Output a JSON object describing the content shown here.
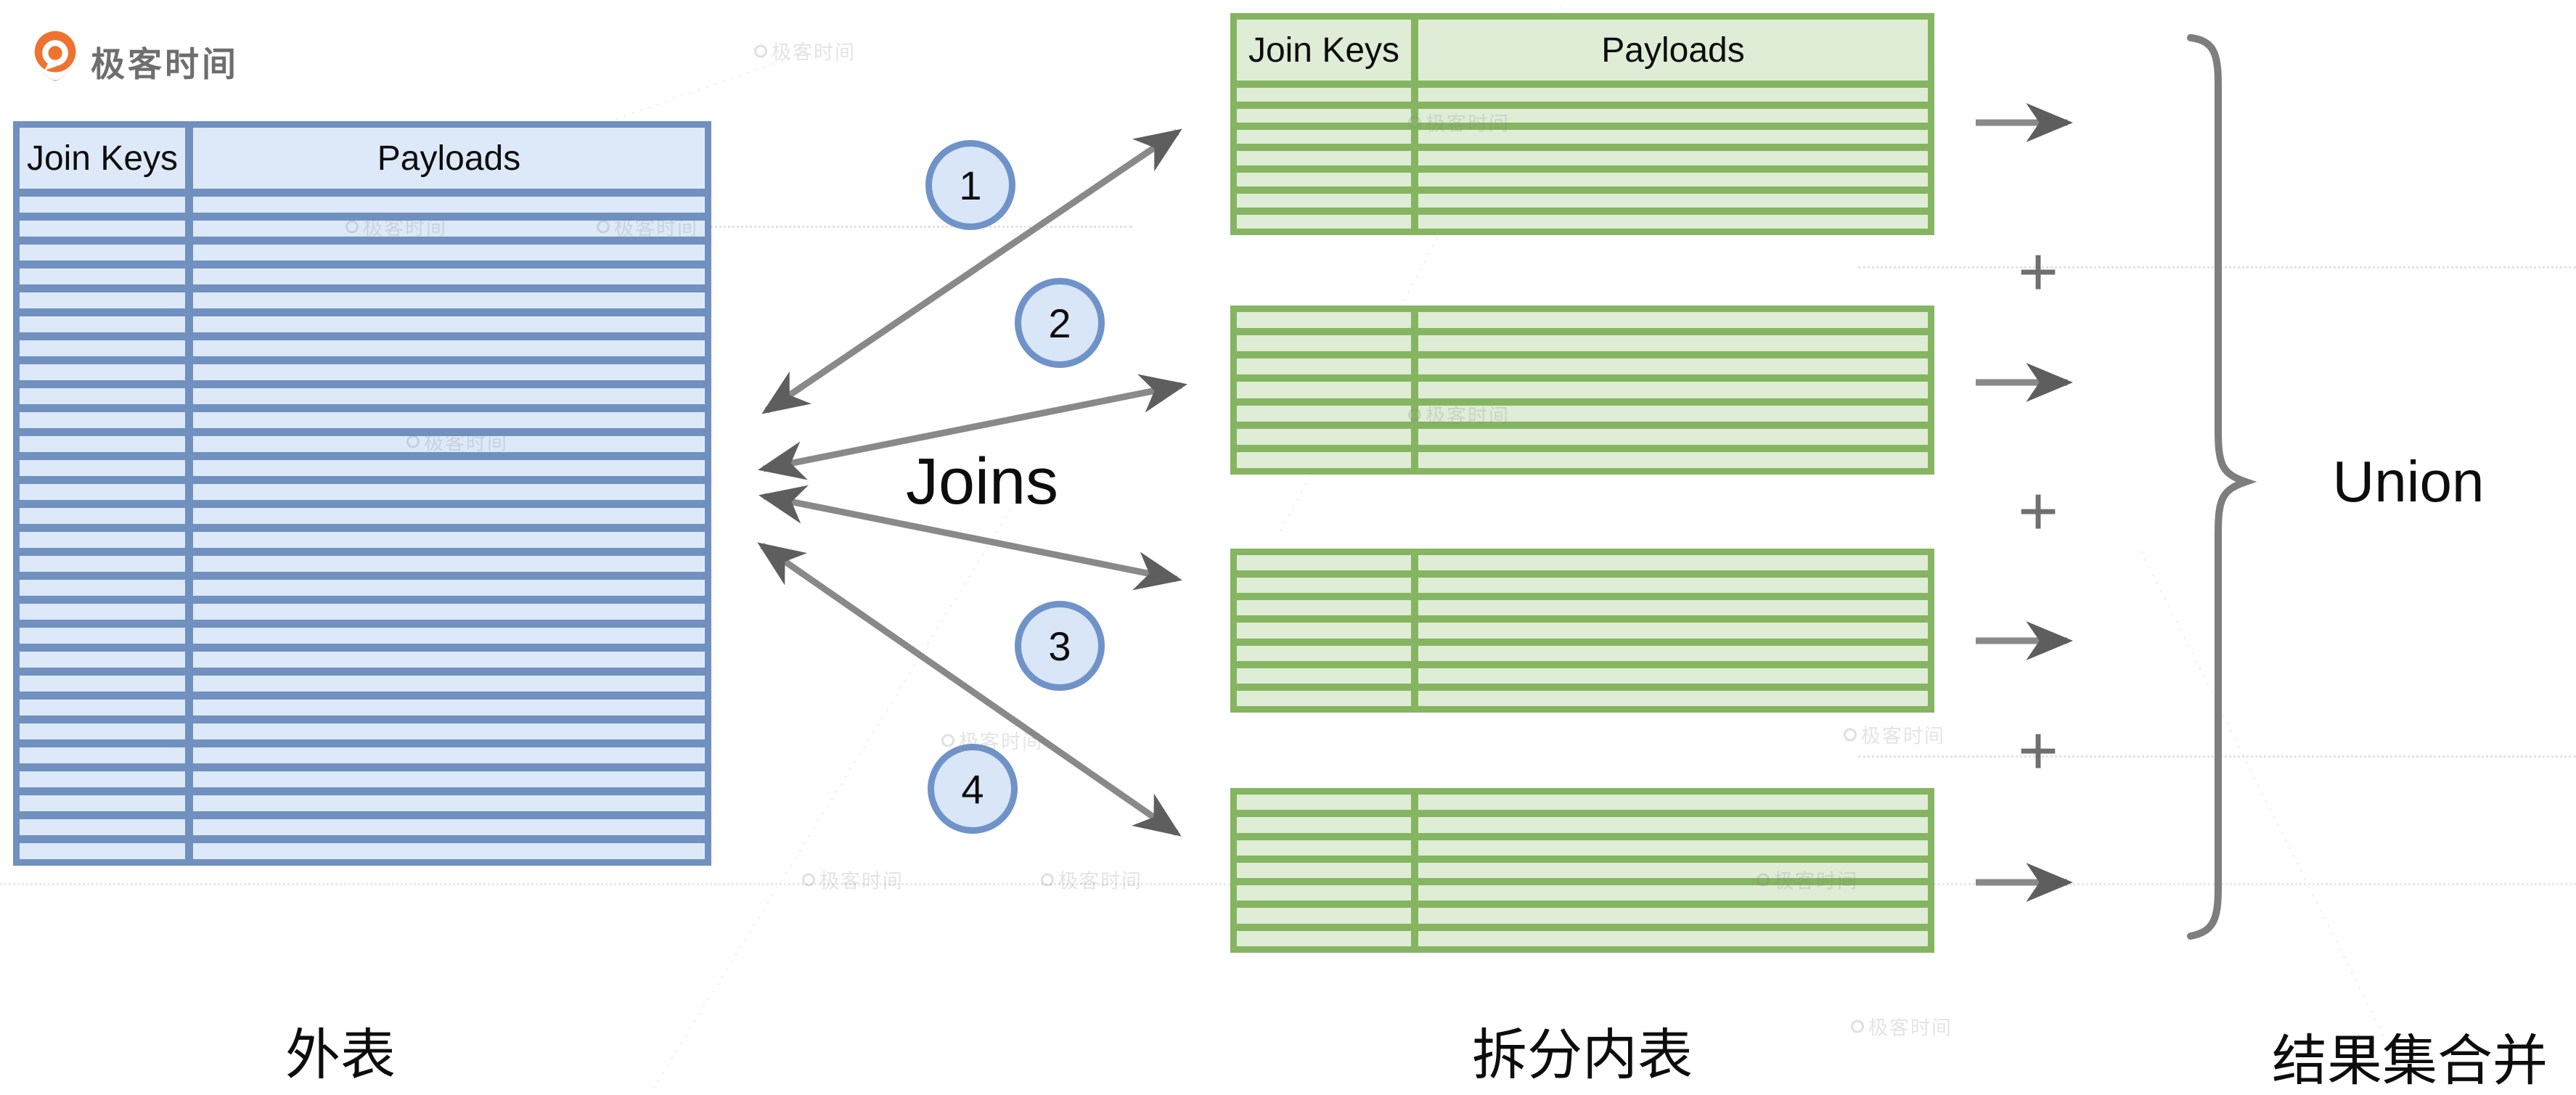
{
  "brand": {
    "logo_text": "极客时间"
  },
  "outer_table": {
    "label": "外表",
    "headers": [
      "Join Keys",
      "Payloads"
    ],
    "row_count": 28
  },
  "inner_tables": {
    "label": "拆分内表",
    "headers": [
      "Join Keys",
      "Payloads"
    ],
    "tables": [
      {
        "name": "split-1",
        "row_count": 7,
        "has_header": true
      },
      {
        "name": "split-2",
        "row_count": 7,
        "has_header": false
      },
      {
        "name": "split-3",
        "row_count": 7,
        "has_header": false
      },
      {
        "name": "split-4",
        "row_count": 7,
        "has_header": false
      }
    ]
  },
  "joins": {
    "label": "Joins",
    "badges": [
      "1",
      "2",
      "3",
      "4"
    ]
  },
  "result": {
    "union_label": "Union",
    "label": "结果集合并",
    "plus_sign": "+"
  },
  "watermark": {
    "text": "极客时间"
  },
  "colors": {
    "outer_border": "#7090bf",
    "outer_fill": "#dde9f8",
    "inner_border": "#85b561",
    "inner_fill": "#dfecd6",
    "badge_ring": "#6f93c8",
    "badge_fill": "#d8e6f7",
    "arrow_shaft": "#898989",
    "arrow_head": "#5e5e5e",
    "brace": "#7e7e7e",
    "text": "#1a1a1a",
    "logo_orange": "#ee7330",
    "logo_text_gray": "#6e6e6e"
  }
}
